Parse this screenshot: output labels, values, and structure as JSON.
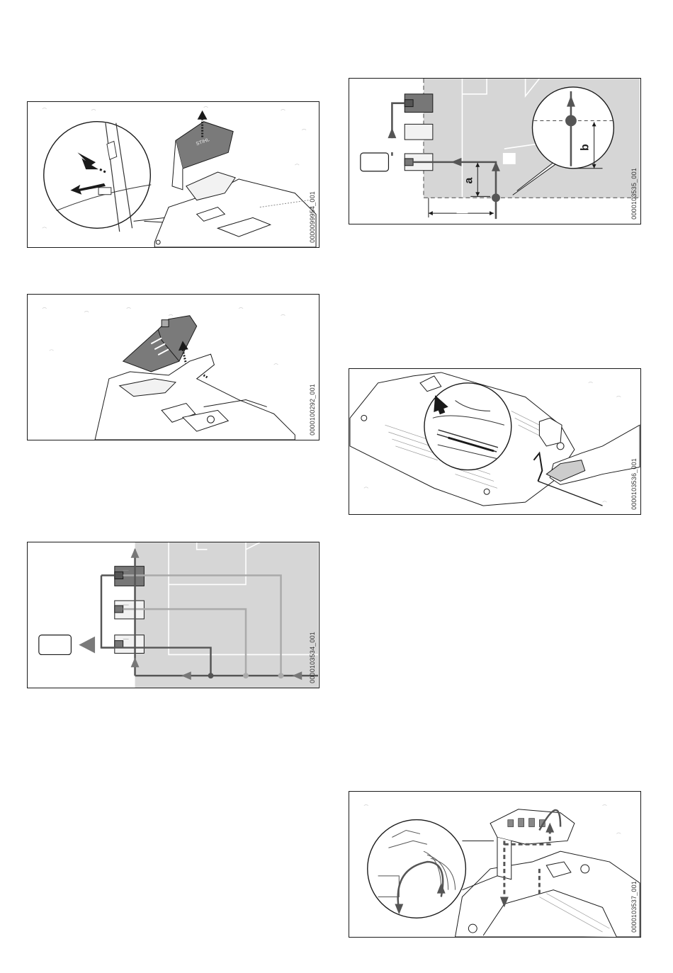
{
  "figures": [
    {
      "id": "0000099954_001",
      "subject": "cover removal"
    },
    {
      "id": "0000100292_001",
      "subject": "control panel lift"
    },
    {
      "id": "0000103534_001",
      "subject": "terminal wiring"
    },
    {
      "id": "0000103535_001",
      "subject": "terminal wiring with dimensions",
      "labels": {
        "a": "a",
        "b": "b"
      }
    },
    {
      "id": "0000103536_001",
      "subject": "cable insertion"
    },
    {
      "id": "0000103537_001",
      "subject": "cable routing"
    }
  ],
  "colors": {
    "border": "#1a1a1a",
    "panel_gray": "#d6d6d6",
    "wire_dark": "#555555",
    "wire_light": "#aaaaaa",
    "arrow": "#1a1a1a"
  }
}
